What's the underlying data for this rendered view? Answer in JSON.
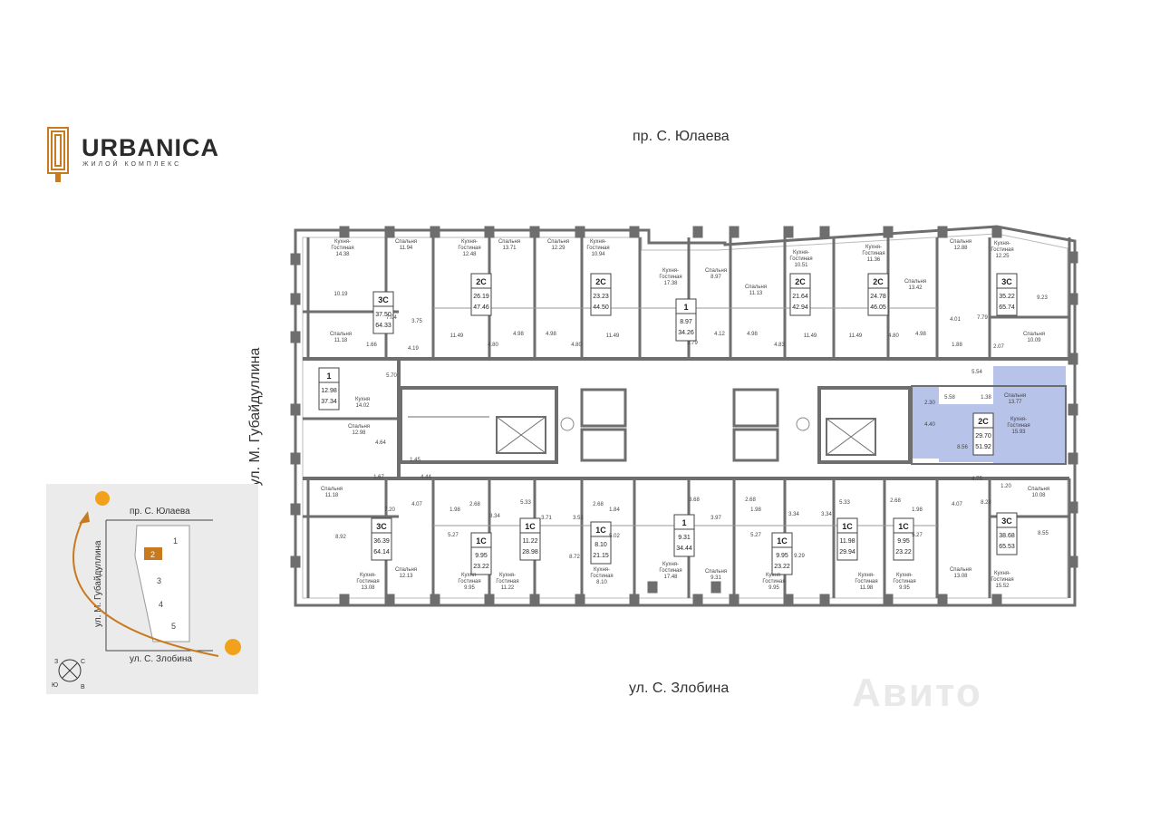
{
  "logo": {
    "name": "URBANICA",
    "subtitle": "ЖИЛОЙ КОМПЛЕКС",
    "color": "#c87a1e"
  },
  "streets": {
    "top": "пр. С. Юлаева",
    "bottom": "ул. С. Злобина",
    "left": "ул. М. Губайдуллина"
  },
  "colors": {
    "wall": "#6e6e6e",
    "highlight": "#b7c3e8",
    "sun": "#f2a21a",
    "arc": "#c87a1e"
  },
  "units": [
    {
      "type": "3С",
      "area": "37.50",
      "total": "64.33"
    },
    {
      "type": "2С",
      "area": "26.19",
      "total": "47.46"
    },
    {
      "type": "2С",
      "area": "23.23",
      "total": "44.50"
    },
    {
      "type": "1",
      "area": "8.97",
      "total": "34.26"
    },
    {
      "type": "2С",
      "area": "21.64",
      "total": "42.94"
    },
    {
      "type": "2С",
      "area": "24.78",
      "total": "46.05"
    },
    {
      "type": "3С",
      "area": "35.22",
      "total": "65.74"
    },
    {
      "type": "1",
      "area": "12.98",
      "total": "37.34"
    },
    {
      "type": "2С",
      "area": "29.70",
      "total": "51.92"
    },
    {
      "type": "3С",
      "area": "36.39",
      "total": "64.14"
    },
    {
      "type": "1С",
      "area": "9.95",
      "total": "23.22"
    },
    {
      "type": "1С",
      "area": "11.22",
      "total": "28.98"
    },
    {
      "type": "1С",
      "area": "8.10",
      "total": "21.15"
    },
    {
      "type": "1",
      "area": "9.31",
      "total": "34.44"
    },
    {
      "type": "1С",
      "area": "9.95",
      "total": "23.22"
    },
    {
      "type": "1С",
      "area": "11.98",
      "total": "29.94"
    },
    {
      "type": "1С",
      "area": "9.95",
      "total": "23.22"
    },
    {
      "type": "3С",
      "area": "38.68",
      "total": "65.53"
    }
  ],
  "rooms_top": [
    {
      "name": "Кухня-\nГостиная",
      "area": "14.38"
    },
    {
      "name": "Спальня",
      "area": "11.94"
    },
    {
      "name": "Кухня-\nГостиная",
      "area": "12.48"
    },
    {
      "name": "Спальня",
      "area": "13.71"
    },
    {
      "name": "Спальня",
      "area": "12.29"
    },
    {
      "name": "Кухня-\nГостиная",
      "area": "10.94"
    },
    {
      "name": "Кухня-\nГостиная",
      "area": "17.38"
    },
    {
      "name": "Спальня",
      "area": "8.97"
    },
    {
      "name": "Спальня",
      "area": "11.13"
    },
    {
      "name": "Кухня-\nГостиная",
      "area": "10.51"
    },
    {
      "name": "Кухня-\nГостиная",
      "area": "11.36"
    },
    {
      "name": "Спальня",
      "area": "13.42"
    },
    {
      "name": "Спальня",
      "area": "12.88"
    },
    {
      "name": "Кухня-\nГостиная",
      "area": "12.25"
    }
  ],
  "rooms_bottom": [
    {
      "name": "Спальня",
      "area": "12.13"
    },
    {
      "name": "Кухня-\nГостиная",
      "area": "13.08"
    },
    {
      "name": "Кухня-\nГостиная",
      "area": "9.95"
    },
    {
      "name": "Кухня-\nГостиная",
      "area": "11.22"
    },
    {
      "name": "Кухня-\nГостиная",
      "area": "8.10"
    },
    {
      "name": "Кухня-\nГостиная",
      "area": "17.48"
    },
    {
      "name": "Спальня",
      "area": "9.31"
    },
    {
      "name": "Кухня-\nГостиная",
      "area": "9.95"
    },
    {
      "name": "Кухня-\nГостиная",
      "area": "11.98"
    },
    {
      "name": "Кухня-\nГостиная",
      "area": "9.95"
    },
    {
      "name": "Спальня",
      "area": "13.08"
    },
    {
      "name": "Кухня-\nГостиная",
      "area": "15.52"
    }
  ],
  "rooms_side": [
    {
      "name": "Спальня",
      "area": "11.18"
    },
    {
      "name": "Кухня",
      "area": "14.02"
    },
    {
      "name": "Спальня",
      "area": "12.98"
    },
    {
      "name": "Спальня",
      "area": "11.18"
    },
    {
      "name": "Спальня",
      "area": "10.09"
    },
    {
      "name": "Спальня",
      "area": "13.77"
    },
    {
      "name": "Кухня-\nГостиная",
      "area": "15.93"
    },
    {
      "name": "Спальня",
      "area": "10.08"
    }
  ],
  "small_areas_top": [
    "10.19",
    "7.04",
    "3.75",
    "1.66",
    "4.19",
    "5.70",
    "11.49",
    "4.80",
    "4.98",
    "4.98",
    "4.80",
    "11.49",
    "3.79",
    "4.12",
    "4.98",
    "4.83",
    "11.49",
    "11.49",
    "4.80",
    "4.98",
    "4.01",
    "1.88",
    "7.79",
    "9.23",
    "2.07",
    "5.54"
  ],
  "small_areas_mid": [
    "4.64",
    "1.45",
    "1.67",
    "4.44",
    "2.30",
    "5.58",
    "1.38",
    "4.40",
    "8.56"
  ],
  "small_areas_bottom": [
    "7.20",
    "8.92",
    "4.07",
    "1.98",
    "2.68",
    "5.27",
    "3.34",
    "5.33",
    "3.71",
    "3.51",
    "2.68",
    "1.84",
    "5.02",
    "8.72",
    "3.68",
    "3.97",
    "2.68",
    "1.98",
    "5.27",
    "3.34",
    "3.34",
    "5.33",
    "9.29",
    "2.68",
    "1.98",
    "5.27",
    "4.07",
    "8.28",
    "8.55",
    "4.75",
    "1.20"
  ],
  "minimap": {
    "streets": {
      "top": "пр. С. Юлаева",
      "left": "ул. М. Губайдуллина",
      "bottom": "ул. С. Злобина"
    },
    "sections": [
      "1",
      "2",
      "3",
      "4",
      "5"
    ],
    "active_section": "2",
    "compass": [
      "З",
      "С",
      "Ю",
      "В"
    ]
  },
  "watermark": "Авито"
}
